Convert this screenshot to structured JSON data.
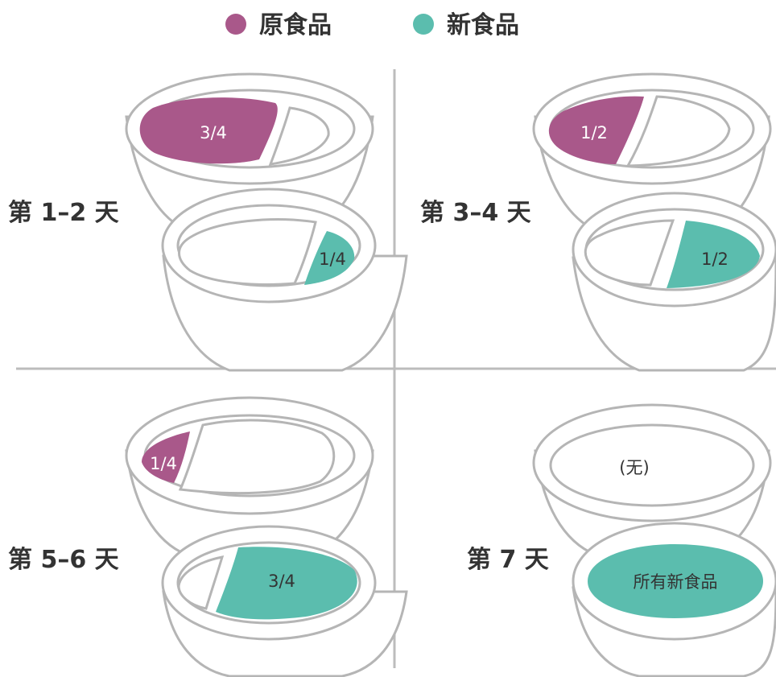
{
  "colors": {
    "old_food": "#a9588a",
    "new_food": "#5bbdae",
    "divider": "#bcbcbc",
    "outline": "#b5b5b5",
    "text": "#333333"
  },
  "legend": {
    "old_food_label": "原食品",
    "new_food_label": "新食品"
  },
  "panels": [
    {
      "day_label": "第 1–2 天",
      "old_portion": "3/4",
      "new_portion": "1/4"
    },
    {
      "day_label": "第 3–4 天",
      "old_portion": "1/2",
      "new_portion": "1/2"
    },
    {
      "day_label": "第 5–6 天",
      "old_portion": "1/4",
      "new_portion": "3/4"
    },
    {
      "day_label": "第 7 天",
      "old_portion": "(无)",
      "new_portion": "所有新食品"
    }
  ]
}
